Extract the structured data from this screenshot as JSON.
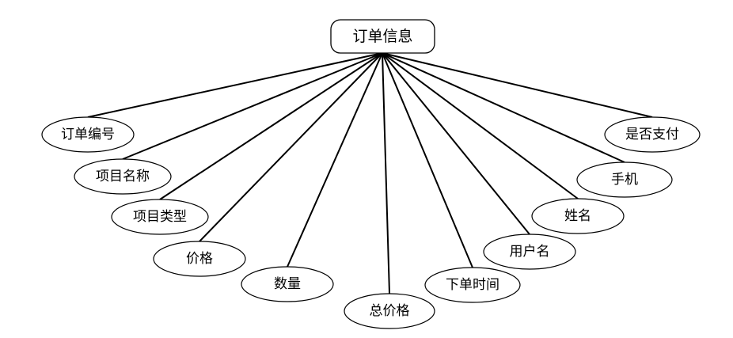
{
  "entity": {
    "label": "订单信息"
  },
  "attributes": [
    {
      "id": "order-number",
      "label": "订单编号"
    },
    {
      "id": "project-name",
      "label": "项目名称"
    },
    {
      "id": "project-type",
      "label": "项目类型"
    },
    {
      "id": "price",
      "label": "价格"
    },
    {
      "id": "quantity",
      "label": "数量"
    },
    {
      "id": "total-price",
      "label": "总价格"
    },
    {
      "id": "order-time",
      "label": "下单时间"
    },
    {
      "id": "username",
      "label": "用户名"
    },
    {
      "id": "name",
      "label": "姓名"
    },
    {
      "id": "phone",
      "label": "手机"
    },
    {
      "id": "is-paid",
      "label": "是否支付"
    }
  ]
}
